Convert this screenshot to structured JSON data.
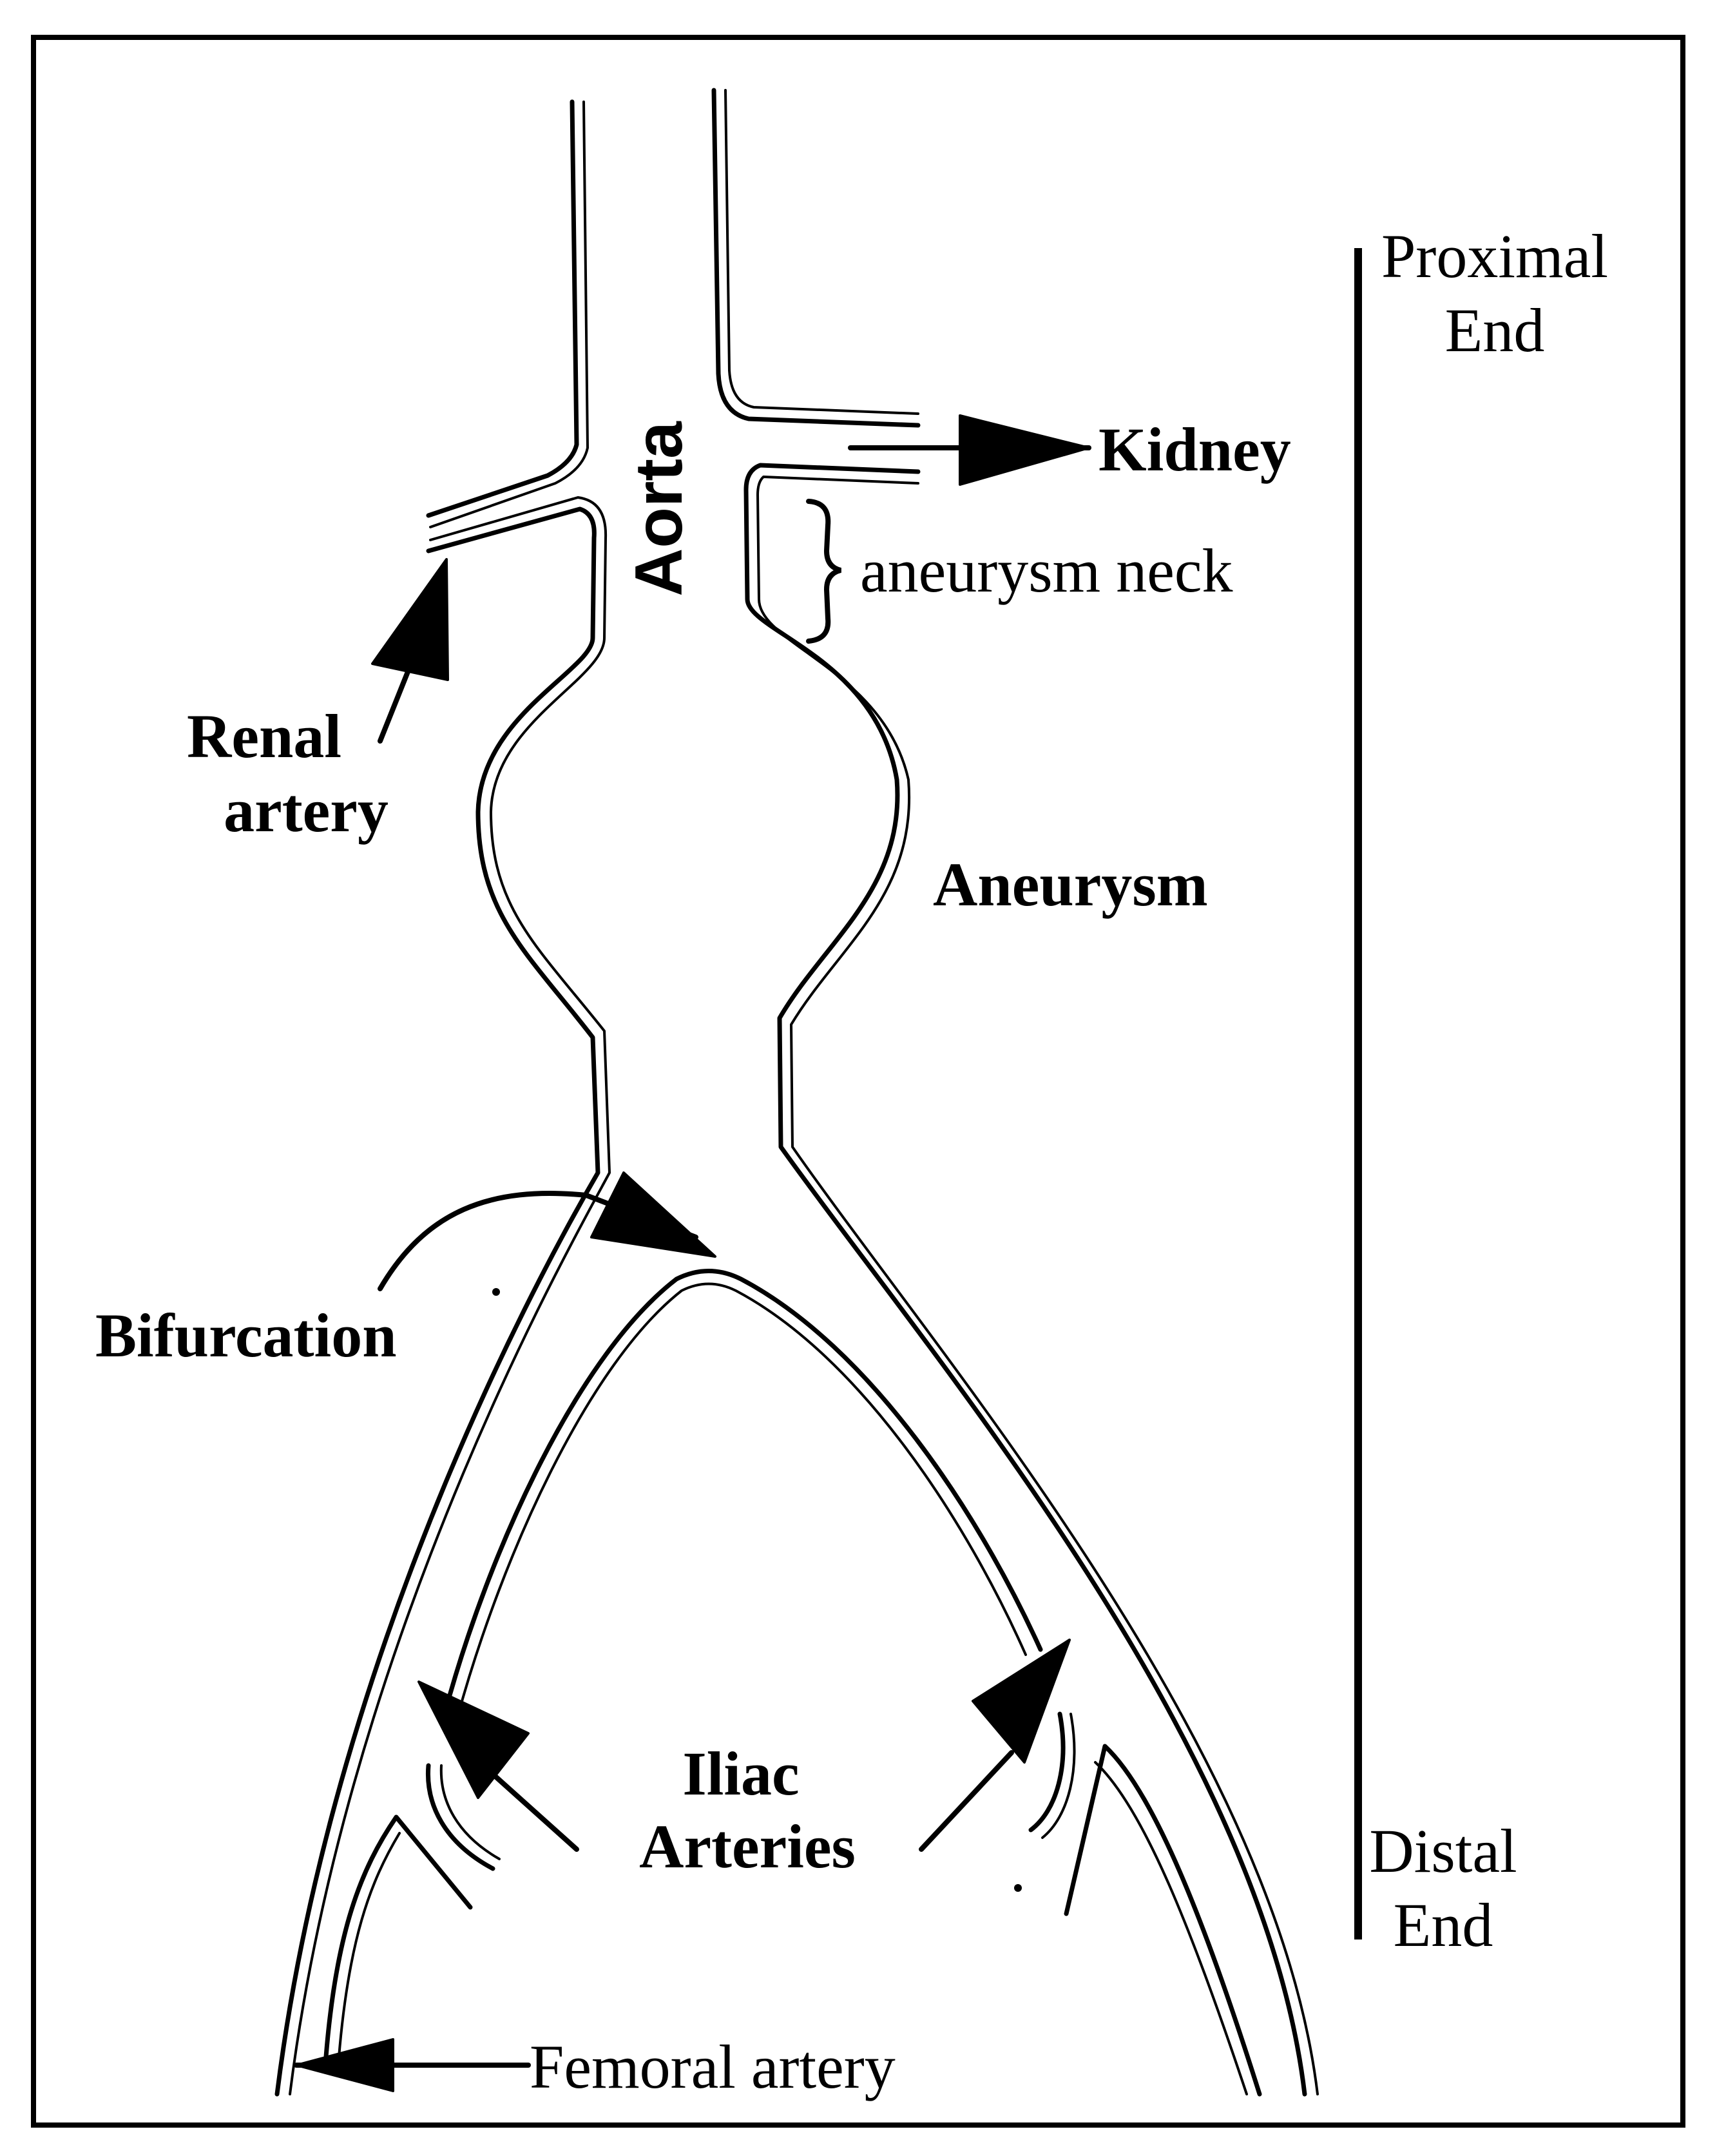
{
  "labels": {
    "aorta": "Aorta",
    "kidney": "Kidney",
    "aneurysm_neck": "aneurysm neck",
    "renal_artery_line1": "Renal",
    "renal_artery_line2": "artery",
    "aneurysm": "Aneurysm",
    "bifurcation": "Bifurcation",
    "iliac_arteries_line1": "Iliac",
    "iliac_arteries_line2": "Arteries",
    "femoral_artery": "Femoral artery",
    "proximal_end_line1": "Proximal",
    "proximal_end_line2": "End",
    "distal_end_line1": "Distal",
    "distal_end_line2": "End"
  }
}
